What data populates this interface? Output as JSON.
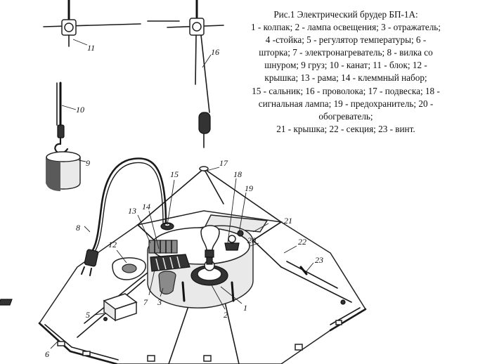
{
  "caption": {
    "lines": [
      "Рис.1 Электрический брудер БП-1А:",
      "1 - колпак; 2 - лампа освещения; 3 - отражатель;",
      "4 -стойка; 5 - регулятор температуры; 6 -",
      "шторка; 7 - электронагреватель; 8 - вилка со",
      "шнуром; 9 груз; 10 - канат; 11 - блок; 12 -",
      "крышка; 13 - рама; 14 - клеммный набор;",
      "15 - сальник; 16 - проволока; 17 - подвеска; 18 -",
      "сигнальная лампа; 19 - предохранитель; 20 -",
      "обогреватель;",
      "21 - крышка; 22 - секция; 23 - винт."
    ]
  },
  "part_labels": {
    "l1": "1",
    "l2": "2",
    "l3": "3",
    "l5": "5",
    "l6": "6",
    "l7": "7",
    "l8": "8",
    "l9": "9",
    "l10": "10",
    "l11": "11",
    "l12": "12",
    "l13": "13",
    "l14": "14",
    "l15": "15",
    "l16": "16",
    "l17": "17",
    "l18": "18",
    "l19": "19",
    "l20": "20",
    "l21": "21",
    "l22": "22",
    "l23": "23"
  }
}
